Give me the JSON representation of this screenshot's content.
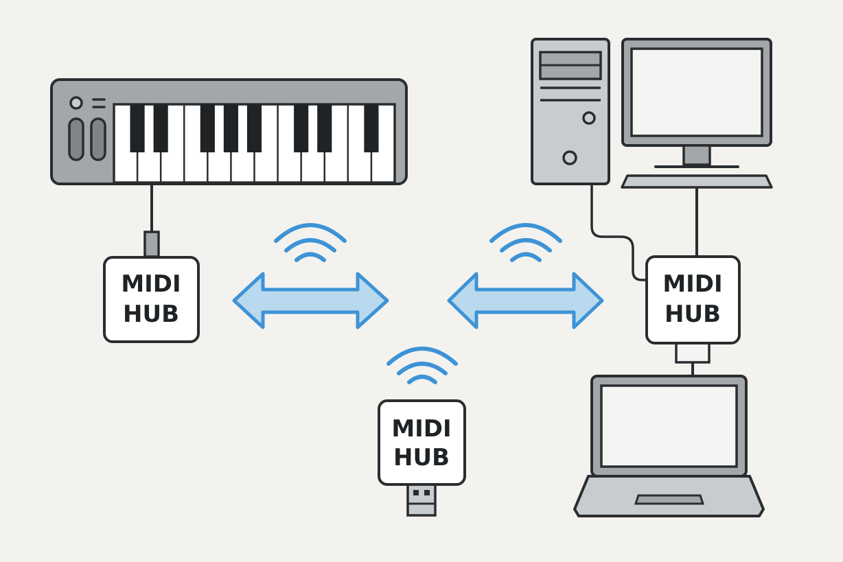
{
  "colors": {
    "background": "#f3f2ee",
    "outline": "#2a2d30",
    "device_gray": "#a3a7aa",
    "device_light": "#c9ccce",
    "screen": "#f4f4f2",
    "wireless_blue": "#3d93d6",
    "arrow_fill": "#b9d9ee"
  },
  "hubs": [
    {
      "id": "keyboard-hub",
      "line1": "MIDI",
      "line2": "HUB"
    },
    {
      "id": "dongle-hub",
      "line1": "MIDI",
      "line2": "HUB"
    },
    {
      "id": "computer-hub",
      "line1": "MIDI",
      "line2": "HUB"
    }
  ],
  "devices": [
    "midi-keyboard",
    "desktop-tower",
    "monitor",
    "laptop",
    "usb-dongle"
  ],
  "icons": [
    "wireless-signal-icon",
    "double-arrow-icon"
  ]
}
